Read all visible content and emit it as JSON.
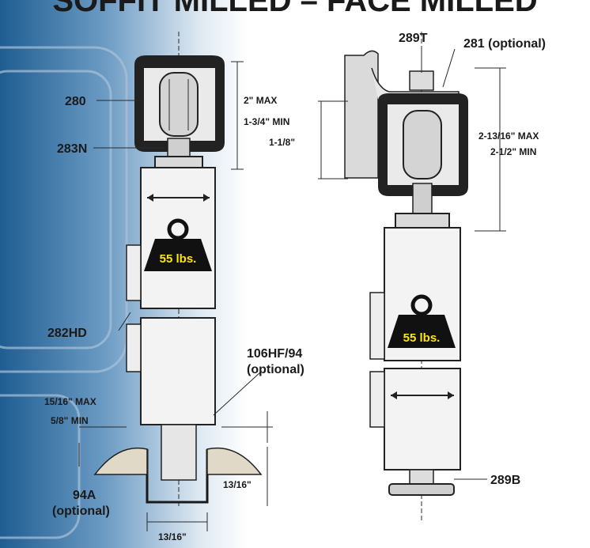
{
  "header_text": "SOFFIT MILLED – FACE MILLED",
  "left": {
    "part_280": "280",
    "part_283N": "283N",
    "part_282HD": "282HD",
    "part_106": "106HF/94",
    "part_106_note": "(optional)",
    "part_94A": "94A",
    "part_94A_note": "(optional)",
    "dim_max": "2\" MAX",
    "dim_min": "1-3/4\" MIN",
    "gap_max": "15/16\" MAX",
    "gap_min": "5/8\" MIN",
    "dim_13_16_side": "13/16\"",
    "dim_13_16_bottom": "13/16\"",
    "weight": "55 lbs."
  },
  "right": {
    "part_289T": "289T",
    "part_281": "281 (optional)",
    "part_289B": "289B",
    "dim_1_1_8": "1-1/8\"",
    "dim_max": "2-13/16\" MAX",
    "dim_min": "2-1/2\" MIN",
    "weight": "55 lbs."
  },
  "colors": {
    "panel_blue": "#1f5d92",
    "weight_fill": "#111111",
    "weight_text": "#ffe600"
  }
}
